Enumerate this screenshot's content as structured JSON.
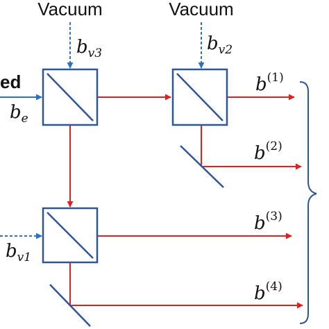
{
  "labels": {
    "vacuum_top_left": "Vacuum",
    "vacuum_top_right": "Vacuum",
    "input_cut": "ed"
  },
  "modes": {
    "be": {
      "base": "b",
      "sub": "e"
    },
    "bv1": {
      "base": "b",
      "sub": "v1"
    },
    "bv2": {
      "base": "b",
      "sub": "v2"
    },
    "bv3": {
      "base": "b",
      "sub": "v3"
    }
  },
  "outputs": [
    {
      "base": "b",
      "sup": "(1)"
    },
    {
      "base": "b",
      "sup": "(2)"
    },
    {
      "base": "b",
      "sup": "(3)"
    },
    {
      "base": "b",
      "sup": "(4)"
    }
  ],
  "colors": {
    "beam": "#e02020",
    "component": "#2f5597",
    "vacuum": "#2e6fc0",
    "input": "#2e6fc0",
    "bracket": "#2f5597"
  }
}
